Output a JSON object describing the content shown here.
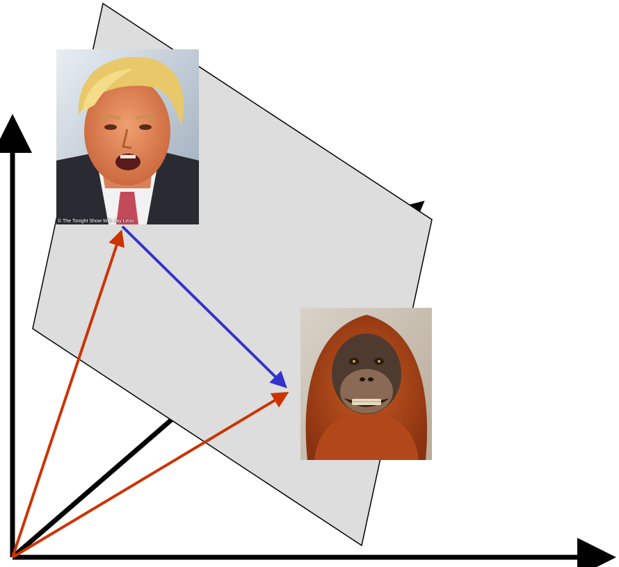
{
  "colors": {
    "background": "#ffffff",
    "axes": "#000000",
    "plane_fill": "#dddddd",
    "plane_stroke": "#000000",
    "vector_red": "#cc3300",
    "vector_blue": "#3333cc"
  },
  "images": {
    "person_photo": {
      "description_icon": "person-face-photo",
      "credit": "© The Tonight Show With Jay Leno"
    },
    "orangutan_photo": {
      "description_icon": "orangutan-face-photo"
    }
  }
}
